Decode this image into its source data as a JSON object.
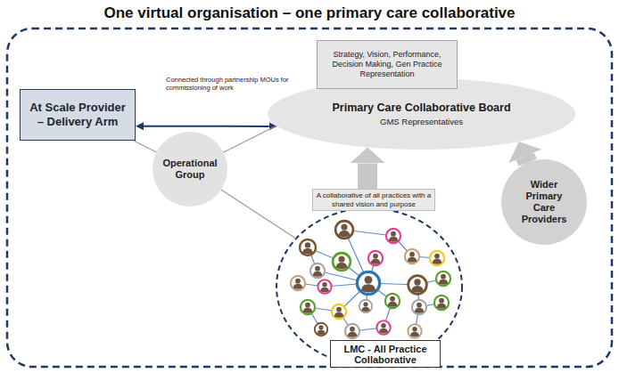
{
  "diagram": {
    "title": "One virtual organisation – one primary care collaborative",
    "nodes": [
      {
        "text": [
          "Strategy, Vision, Performance, Decision Making, Gen Practice Representation"
        ]
      },
      {
        "text": [
          "At Scale Provider – Delivery Arm"
        ]
      },
      {
        "text": [
          "Primary Care Collaborative Board",
          "GMS Representatives"
        ]
      },
      {
        "text": [
          "Operational Group"
        ]
      },
      {
        "text": [
          "Wider Primary Care Providers"
        ]
      },
      {
        "text": [
          "LMC - All Practice Collaborative"
        ]
      }
    ],
    "edges": [
      {
        "from": 1,
        "to": 2,
        "arrow": "both",
        "label": "Connected through partnership MOUs for commissioning of work"
      },
      {
        "from": 1,
        "to": 3,
        "arrow": "none"
      },
      {
        "from": 3,
        "to": 2,
        "arrow": "none"
      },
      {
        "from": 3,
        "to": 5,
        "arrow": "none"
      },
      {
        "from": 5,
        "to": 2,
        "arrow": "to",
        "label": "A collaborative of all practices with a shared vision and purpose"
      },
      {
        "from": 4,
        "to": 2,
        "arrow": "to"
      }
    ]
  }
}
